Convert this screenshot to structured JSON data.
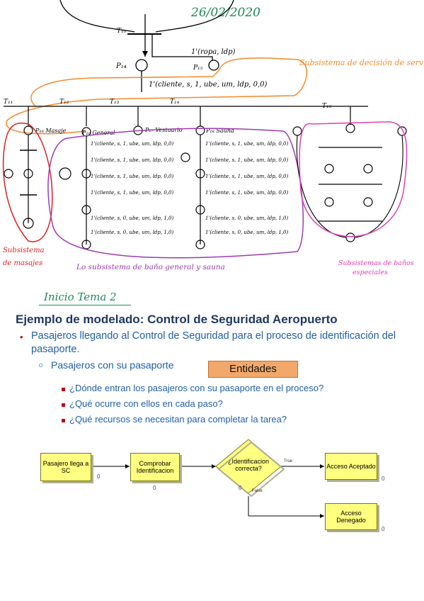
{
  "header": {
    "date": "26/02/2020"
  },
  "petri": {
    "top_transition": "T₁₀",
    "token_ropa": "1'(ropa, ldp)",
    "p14": "P₁₄",
    "p15": "P₁₅",
    "token_cliente": "1'(cliente, s, 1, ube, um, ldp, 0,0)",
    "decision_label": "Subsistema de decisión de servicio",
    "t11": "T₁₁",
    "t12": "T₁₂",
    "t13": "T₁₃",
    "t14": "T₁₄",
    "t15": "T₁₅",
    "p16_masaje": "P₁₆ Masaje",
    "p19_general": "P₁₉ General",
    "p17_vestuario": "P₁₇ Vestuario",
    "p18_sauna": "P₁₈ Sauna",
    "masaje_label": "Subsistema de masajes",
    "general_label": "Lo subsistema de baño general y sauna",
    "banos_label": "Subsistemas de baños especiales",
    "small_tokens": "1'(cliente, s, 1, ube, um, ldp, 0,0)",
    "small_tokens_b": "1'(cliente, s, 0, ube, um, ldp, 1,0)"
  },
  "section": {
    "heading_note": "Inicio Tema 2",
    "title": "Ejemplo de modelado: Control de Seguridad Aeropuerto",
    "bullet1": "Pasajeros llegando al Control de Seguridad para el proceso de identificación del pasaporte.",
    "sub1": "Pasajeros con su pasaporte",
    "badge": "Entidades",
    "questions": [
      "¿Dónde entran los pasajeros con su pasaporte en el proceso?",
      "¿Qué ocurre con ellos en cada paso?",
      "¿Qué recursos se necesitan para completar la tarea?"
    ]
  },
  "flow": {
    "create": "Pasajero llega a SC",
    "process": "Comprobar Identificacion",
    "decide": "¿Identificacion correcta?",
    "accept": "Acceso Aceptado",
    "deny": "Acceso Denegado",
    "true_label": "True",
    "false_label": "False",
    "zero": "0",
    "colors": {
      "module_fill": "#ffff80",
      "module_border": "#7a7a20"
    }
  }
}
